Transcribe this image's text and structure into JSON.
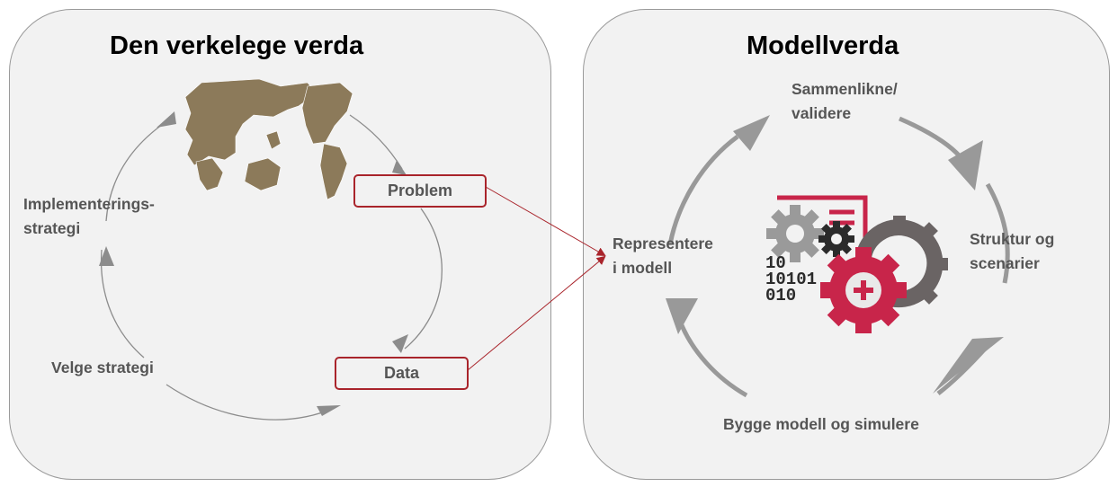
{
  "left_panel": {
    "title": "Den verkelege verda",
    "implementation_line1": "Implementerings-",
    "implementation_line2": "strategi",
    "choose_strategy": "Velge strategi",
    "problem": "Problem",
    "data": "Data"
  },
  "right_panel": {
    "title": "Modellverda",
    "compare_line1": "Sammenlikne/",
    "compare_line2": "validere",
    "structure_line1": "Struktur og",
    "structure_line2": "scenarier",
    "represent_line1": "Representere",
    "represent_line2": "i modell",
    "build": "Bygge modell og simulere"
  },
  "binary_digits": [
    "10",
    "10101",
    "010"
  ],
  "colors": {
    "panel_bg": "#f2f2f2",
    "panel_border": "#9a9a9a",
    "accent_red": "#a9242b",
    "gear_crimson": "#c8254a",
    "arrow_gray": "#8c8c8c",
    "text_gray": "#555555",
    "map_tan": "#8c7a5a"
  },
  "icons": [
    "world-map-icon",
    "gears-icon",
    "document-icon",
    "plus-icon"
  ]
}
